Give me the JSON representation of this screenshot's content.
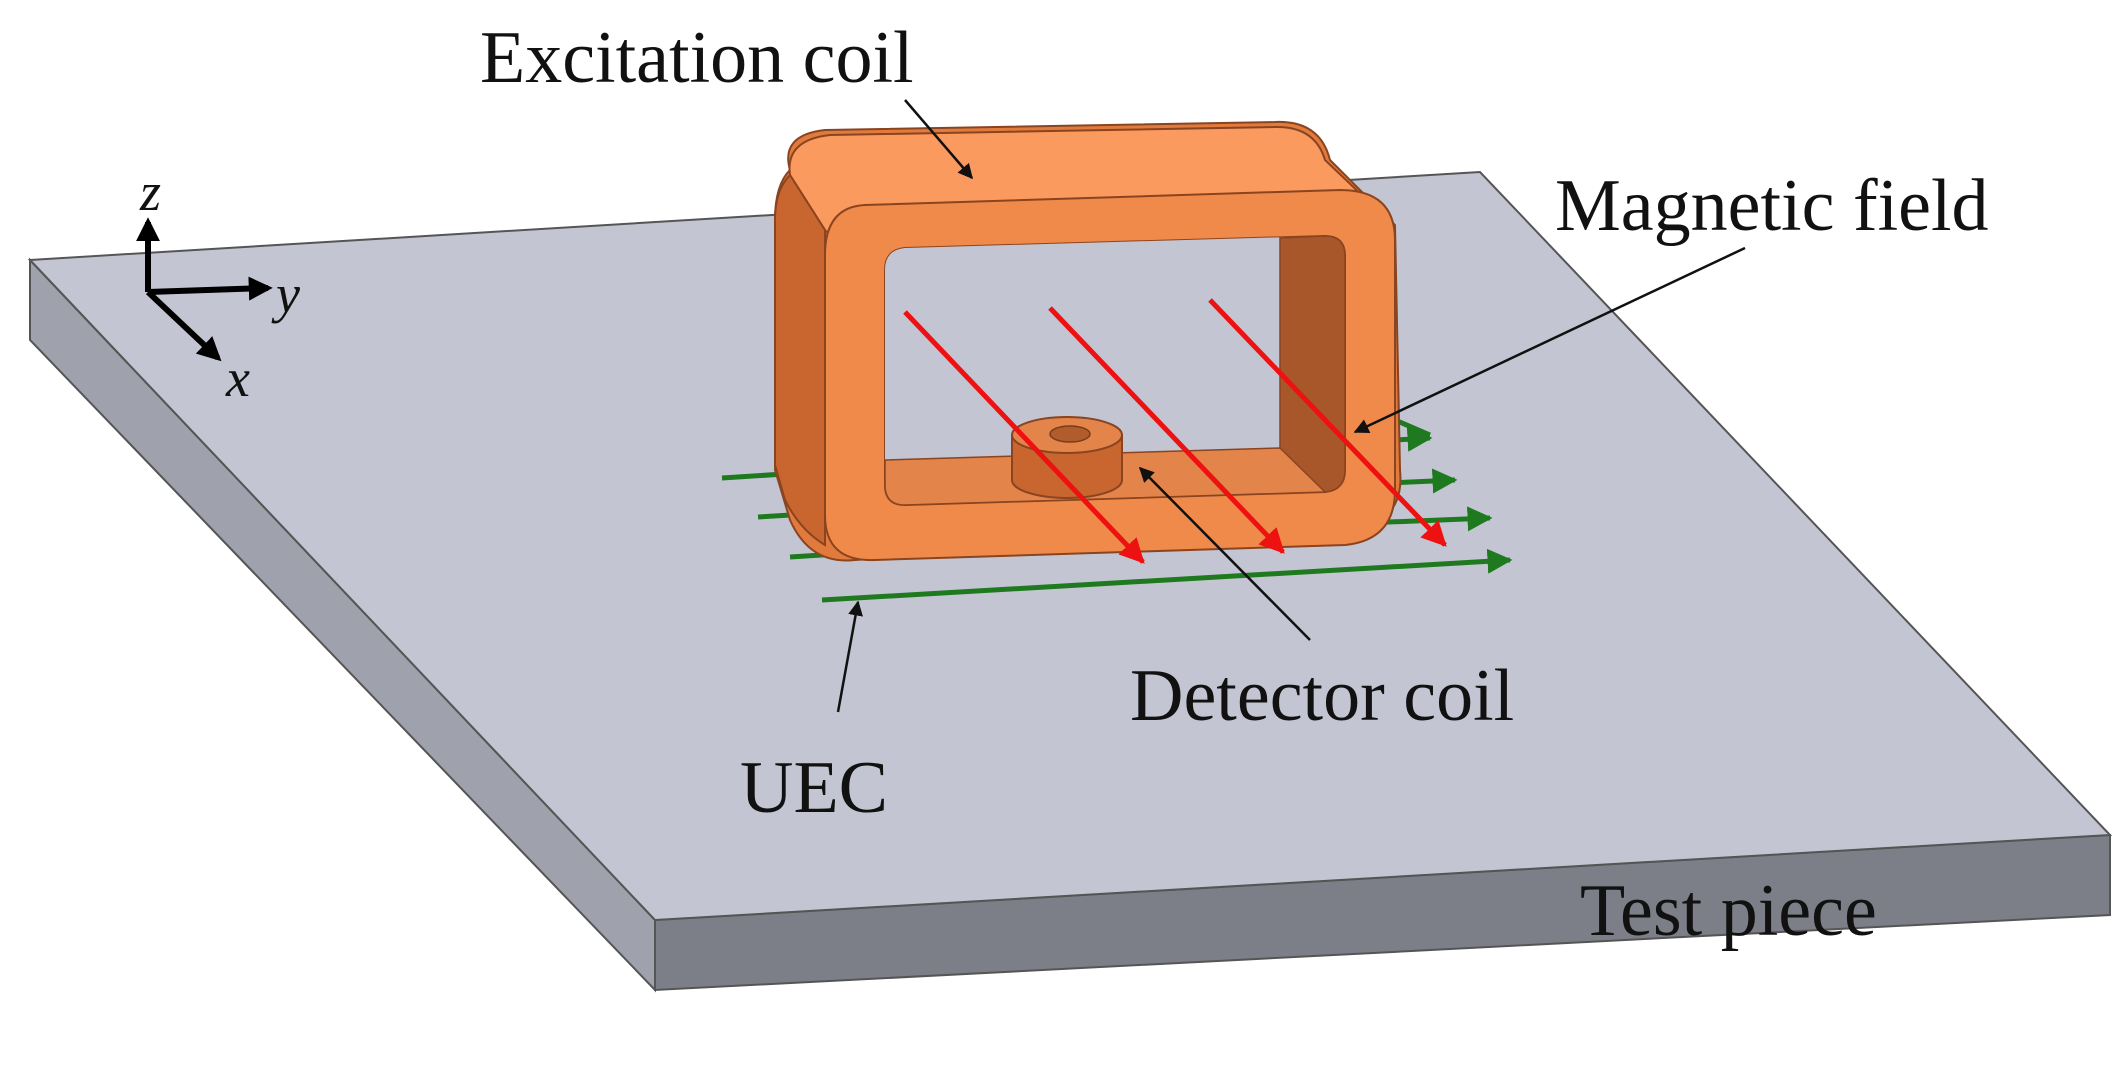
{
  "labels": {
    "excitation_coil": "Excitation coil",
    "magnetic_field": "Magnetic field",
    "detector_coil": "Detector coil",
    "uec": "UEC",
    "test_piece": "Test piece"
  },
  "axes": {
    "z": "z",
    "y": "y",
    "x": "x"
  },
  "colors": {
    "plate_top": "#c3c6d2",
    "plate_front": "#7d7f88",
    "plate_left": "#9fa2ad",
    "coil_light": "#fb9a5e",
    "coil_mid": "#e07b3d",
    "coil_dark": "#a8572a",
    "magnetic_field_arrows": "#ee1111",
    "eddy_current_arrows": "#1f7a1f",
    "leader_lines": "#111111"
  }
}
